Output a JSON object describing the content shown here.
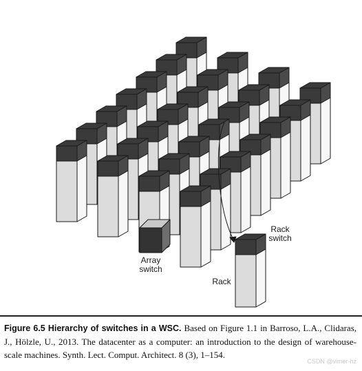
{
  "figure": {
    "labels": {
      "rack_switch_line1": "Rack",
      "rack_switch_line2": "switch",
      "array_switch_line1": "Array",
      "array_switch_line2": "switch",
      "rack": "Rack"
    },
    "colors": {
      "rack_top": "#3a3a3a",
      "rack_top_side": "#4a4a4a",
      "rack_front": "#dcdcdc",
      "rack_side": "#f7f7f7",
      "outline": "#1a1a1a",
      "switch_front": "#333333",
      "switch_top": "#c9c9c9",
      "switch_side": "#6e6e6e"
    }
  },
  "caption": {
    "title": "Figure 6.5 Hierarchy of switches in a WSC.",
    "text": " Based on Figure 1.1 in Barroso, L.A., Clidaras, J., Hölzle, U., 2013. The datacenter as a computer: an introduction to the design of warehouse-scale machines. Synth. Lect. Comput. Architect. 8 (3), 1–154."
  },
  "watermark": "CSDN @vimer-hz"
}
